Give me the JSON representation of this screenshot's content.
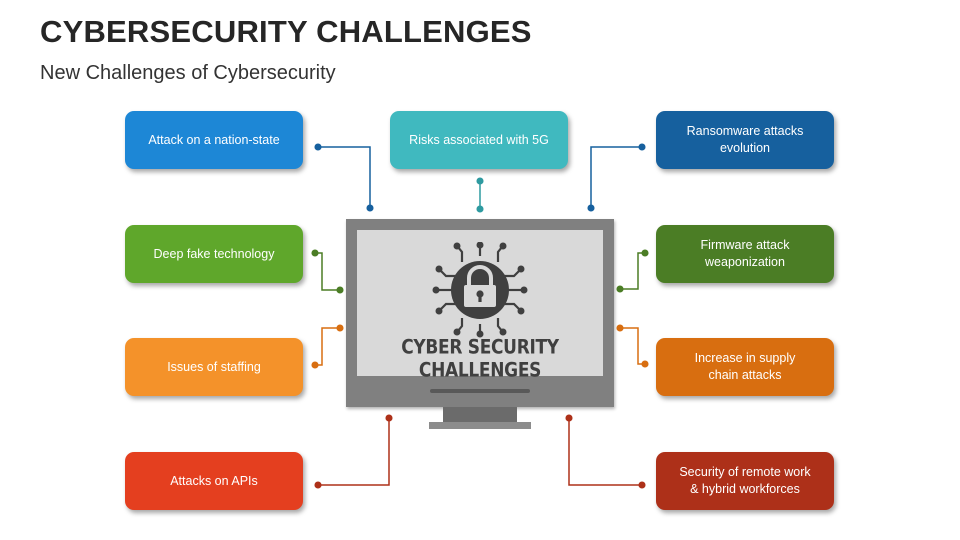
{
  "header": {
    "title": "CYBERSECURITY CHALLENGES",
    "subtitle": "New Challenges of Cybersecurity"
  },
  "center": {
    "screen_label": "CYBER SECURITY CHALLENGES",
    "icon": "padlock-circuit-icon"
  },
  "challenges": {
    "nation_state": {
      "label": "Attack on a nation-state",
      "color": "#1d87d6"
    },
    "risks_5g": {
      "label": "Risks associated with 5G",
      "color": "#40b9bf"
    },
    "ransomware": {
      "label": "Ransomware attacks\nevolution",
      "color": "#16609e"
    },
    "deep_fake": {
      "label": "Deep fake technology",
      "color": "#5fa72b"
    },
    "firmware": {
      "label": "Firmware attack\nweaponization",
      "color": "#4b7d25"
    },
    "staffing": {
      "label": "Issues of staffing",
      "color": "#f4922a"
    },
    "supply_chain": {
      "label": "Increase in supply\nchain attacks",
      "color": "#d86e10"
    },
    "apis": {
      "label": "Attacks on APIs",
      "color": "#e43f1f"
    },
    "remote_work": {
      "label": "Security of remote work\n& hybrid workforces",
      "color": "#ad3019"
    }
  }
}
